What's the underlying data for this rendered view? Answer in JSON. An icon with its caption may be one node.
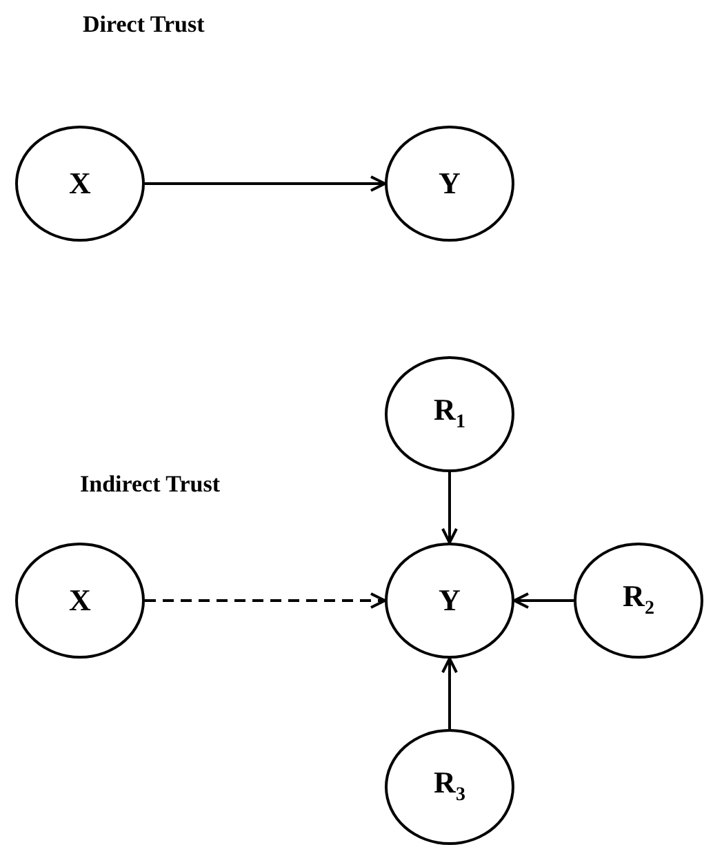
{
  "diagram": {
    "nodes": [
      {
        "text": [
          "X"
        ]
      },
      {
        "text": [
          "Y"
        ]
      },
      {
        "text": [
          "R$_{1}$"
        ]
      },
      {
        "text": [
          "X"
        ]
      },
      {
        "text": [
          "Y"
        ]
      },
      {
        "text": [
          "R$_{2}$"
        ]
      },
      {
        "text": [
          "R$_{3}$"
        ]
      }
    ],
    "edges": [
      {
        "from": 0,
        "to": 1,
        "arrow": "to"
      },
      {
        "from": 3,
        "to": 4,
        "arrow": "to",
        "style": "dashed"
      },
      {
        "from": 2,
        "to": 4,
        "arrow": "to"
      },
      {
        "from": 5,
        "to": 4,
        "arrow": "to"
      },
      {
        "from": 6,
        "to": 4,
        "arrow": "to"
      }
    ],
    "labels": [
      "Direct Trust",
      "Indirect Trust"
    ]
  }
}
